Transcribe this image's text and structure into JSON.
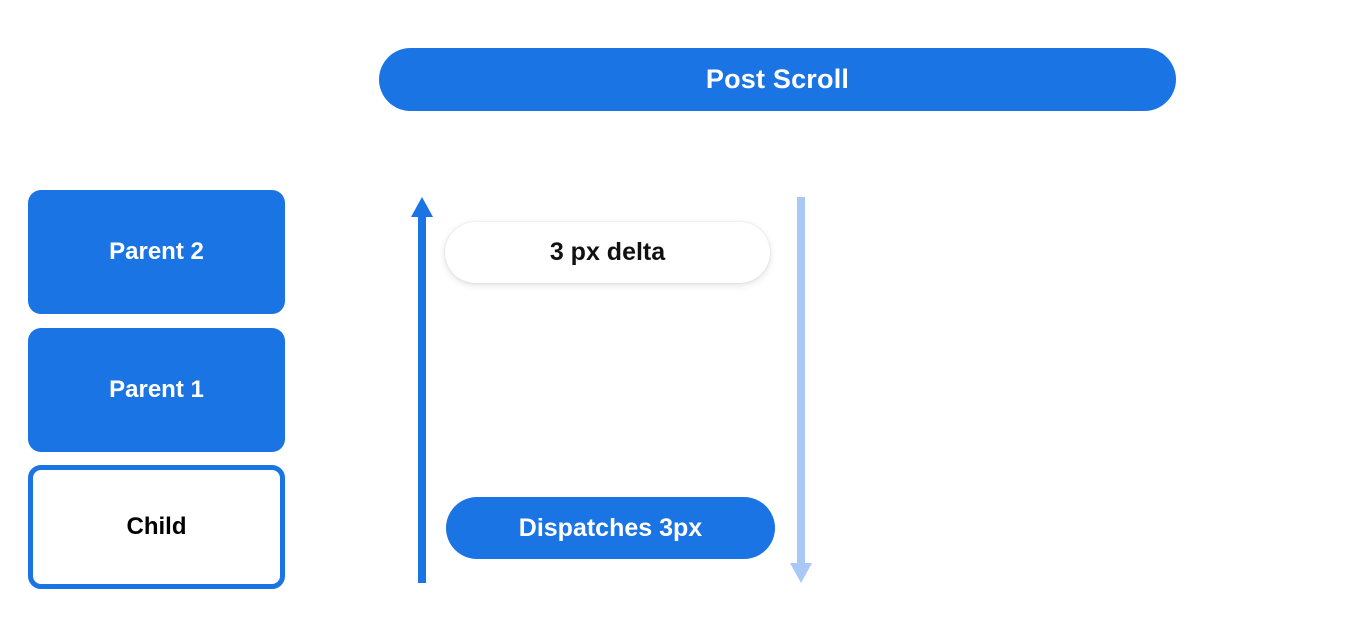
{
  "diagram": {
    "title": "Post Scroll",
    "background_color": "#ffffff",
    "accent_color": "#1b74e4",
    "muted_accent_color": "#aac8f5"
  },
  "header": {
    "label": "Post Scroll"
  },
  "stack": {
    "boxes": [
      {
        "label": "Parent 2",
        "style": "filled"
      },
      {
        "label": "Parent 1",
        "style": "filled"
      },
      {
        "label": "Child",
        "style": "outlined"
      }
    ]
  },
  "flow": {
    "up_arrow": {
      "name": "bubble-up-arrow",
      "color": "#1b74e4",
      "direction": "up"
    },
    "down_arrow": {
      "name": "propagate-down-arrow",
      "color": "#aac8f5",
      "direction": "down"
    },
    "delta_card": {
      "label": "3 px delta"
    },
    "dispatch_pill": {
      "label": "Dispatches 3px"
    }
  }
}
